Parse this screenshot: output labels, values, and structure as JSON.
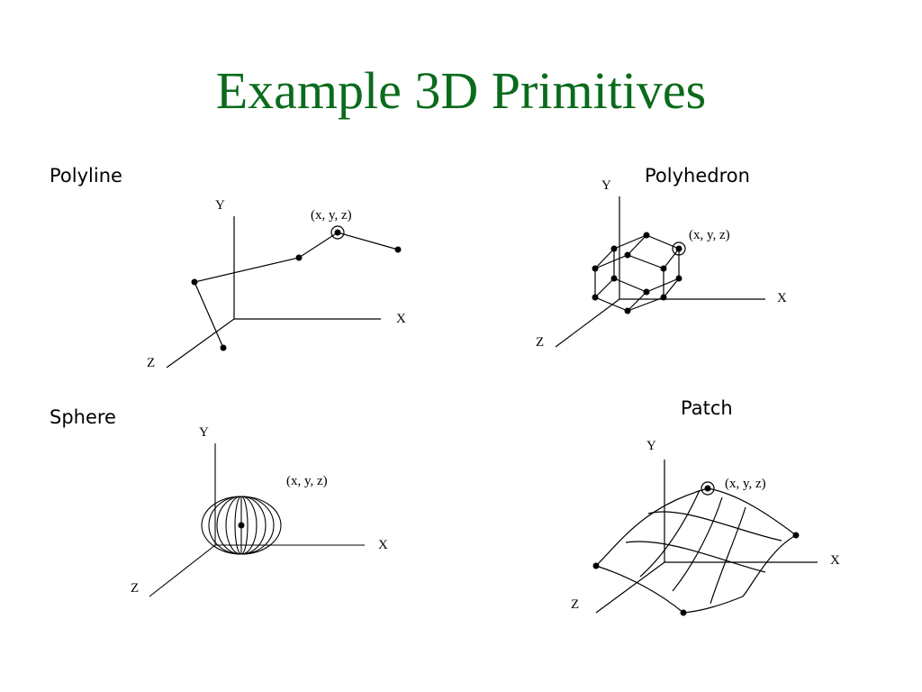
{
  "slide": {
    "title": "Example 3D Primitives"
  },
  "panels": [
    {
      "caption": "Polyline",
      "axes": {
        "x": "X",
        "y": "Y",
        "z": "Z"
      },
      "point_label": "(x, y, z)"
    },
    {
      "caption": "Polyhedron",
      "axes": {
        "x": "X",
        "y": "Y",
        "z": "Z"
      },
      "point_label": "(x, y, z)"
    },
    {
      "caption": "Sphere",
      "axes": {
        "x": "X",
        "y": "Y",
        "z": "Z"
      },
      "point_label": "(x, y, z)"
    },
    {
      "caption": "Patch",
      "axes": {
        "x": "X",
        "y": "Y",
        "z": "Z"
      },
      "point_label": "(x, y, z)"
    }
  ],
  "colors": {
    "title": "#0b6b1c",
    "ink": "#000000",
    "background": "#ffffff"
  }
}
